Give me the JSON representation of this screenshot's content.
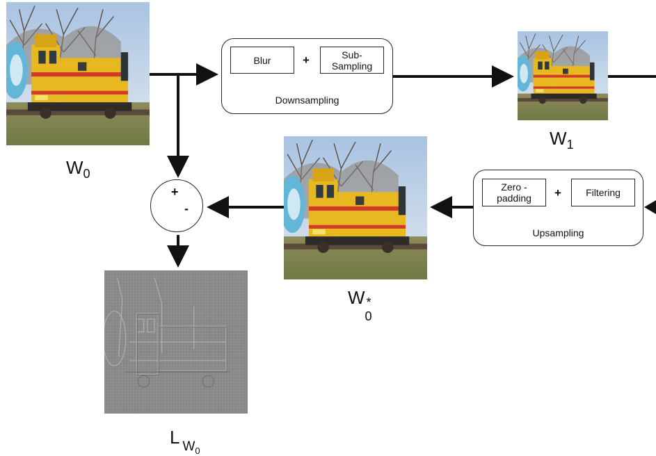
{
  "images": {
    "w0": {
      "name": "W",
      "sub": "0"
    },
    "w1": {
      "name": "W",
      "sub": "1"
    },
    "w0_star": {
      "name": "W",
      "sub": "0",
      "sup": "*"
    },
    "laplacian": {
      "name": "L",
      "sub_name": "W",
      "sub_sub": "0"
    }
  },
  "downsampling": {
    "title": "Downsampling",
    "blur": "Blur",
    "op": "+",
    "subsampling": "Sub-\nSampling"
  },
  "upsampling": {
    "title": "Upsampling",
    "zeropadding": "Zero -\npadding",
    "op": "+",
    "filtering": "Filtering"
  },
  "sum_node": {
    "plus": "+",
    "minus": "-"
  },
  "colors": {
    "stroke": "#111111",
    "locomotive": "#e8b820",
    "stripe": "#d23a2a",
    "sky": "#b9cfe6",
    "grass": "#7d8a55",
    "detail_gray": "#8c8c8c"
  }
}
